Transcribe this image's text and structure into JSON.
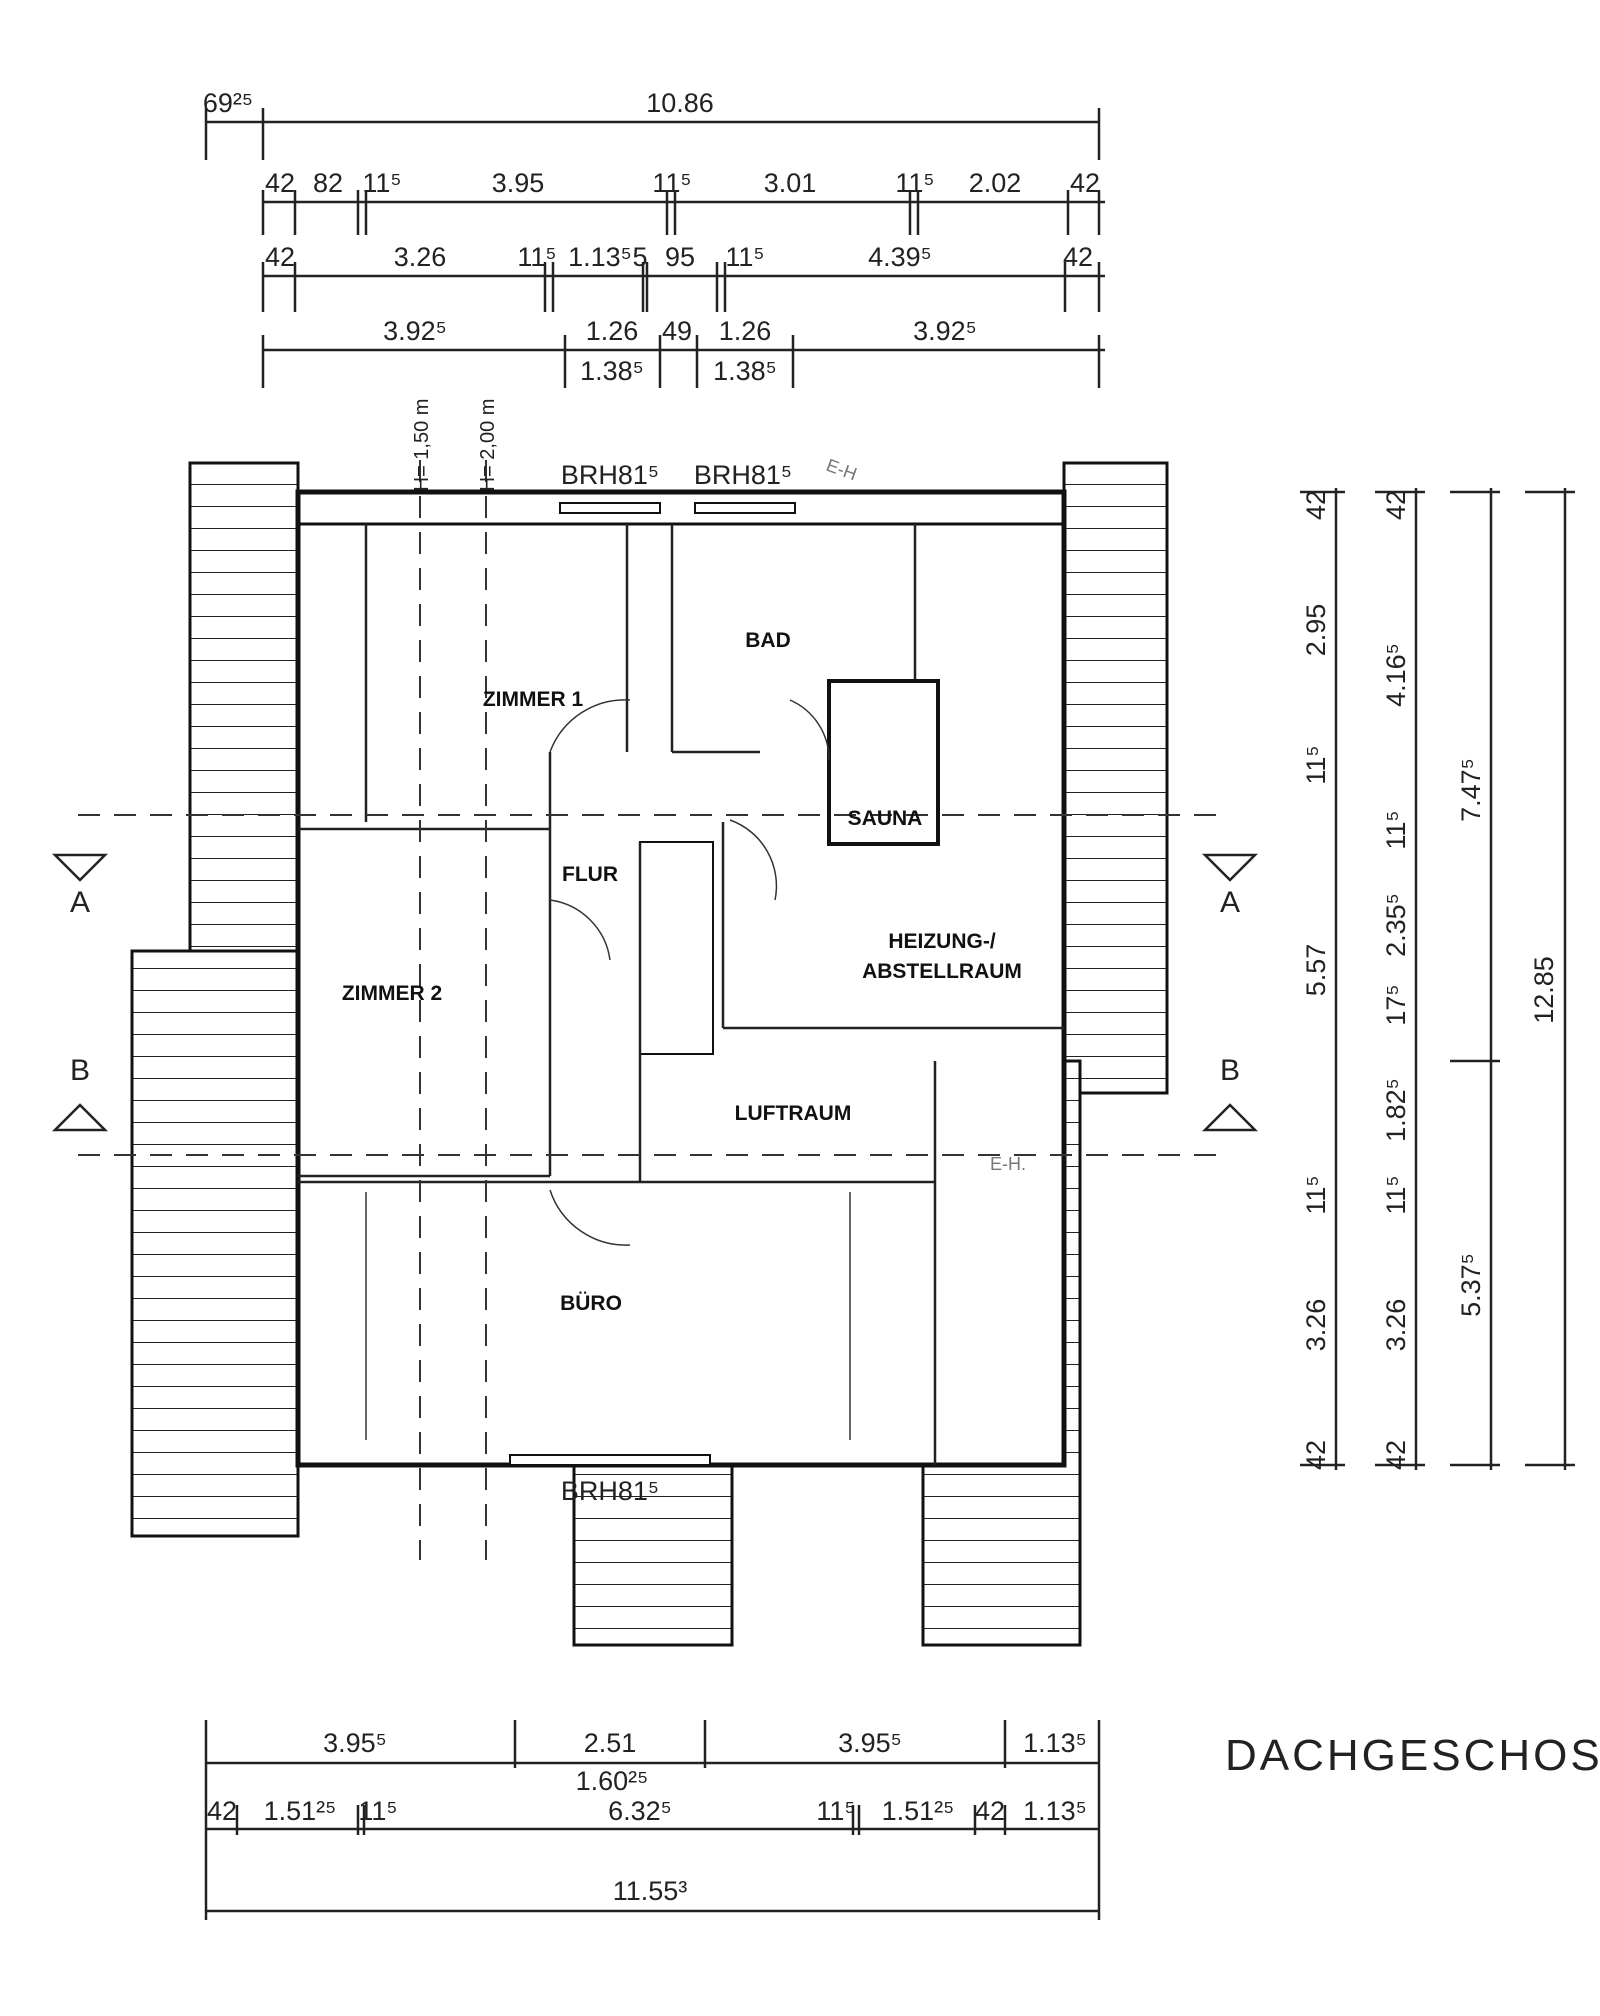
{
  "plan": {
    "title": "DACHGESCHOSS",
    "rooms": {
      "zimmer1": "ZIMMER 1",
      "bad": "BAD",
      "sauna": "SAUNA",
      "flur": "FLUR",
      "heizung_line1": "HEIZUNG-/",
      "heizung_line2": "ABSTELLRAUM",
      "zimmer2": "ZIMMER 2",
      "luftraum": "LUFTRAUM",
      "buero": "BÜRO"
    },
    "window_labels": [
      "BRH81⁵",
      "BRH81⁵",
      "BRH81⁵"
    ],
    "height_labels": [
      "H= 1,50 m",
      "H= 2,00 m"
    ],
    "section_labels": {
      "a": "A",
      "b": "B"
    },
    "pencil_notes": [
      "E-H",
      "E-H."
    ]
  },
  "dimensions": {
    "top_row1": [
      "69²⁵",
      "10.86"
    ],
    "top_row2": [
      "42",
      "82",
      "11⁵",
      "3.95",
      "11⁵",
      "3.01",
      "11⁵",
      "2.02",
      "42"
    ],
    "top_row3": [
      "42",
      "3.26",
      "11⁵",
      "1.13⁵",
      "5",
      "95",
      "11⁵",
      "4.39⁵",
      "42"
    ],
    "top_row4": [
      "3.92⁵",
      "1.26",
      "1.38⁵",
      "49",
      "1.26",
      "1.38⁵",
      "3.92⁵"
    ],
    "right_col1": [
      "42",
      "2.95",
      "11⁵",
      "5.57",
      "11⁵",
      "3.26",
      "42"
    ],
    "right_col2": [
      "42",
      "4.16⁵",
      "11⁵",
      "2.35⁵",
      "17⁵",
      "1.82⁵",
      "11⁵",
      "3.26",
      "42"
    ],
    "right_col3": [
      "7.47⁵",
      "5.37⁵"
    ],
    "right_col4": [
      "12.85"
    ],
    "bottom_row1": [
      "3.95⁵",
      "2.51",
      "1.60²⁵",
      "3.95⁵",
      "1.13⁵"
    ],
    "bottom_row2": [
      "42",
      "1.51²⁵",
      "11⁵",
      "6.32⁵",
      "11⁵",
      "1.51²⁵",
      "42",
      "1.13⁵"
    ],
    "bottom_row3": [
      "11.55³"
    ]
  }
}
